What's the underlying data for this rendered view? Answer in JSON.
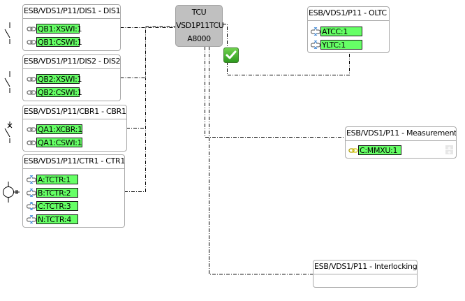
{
  "tcu": {
    "lines": [
      "TCU",
      "VSD1P11TCU",
      "A8000"
    ],
    "status_icon": "checkmark-icon"
  },
  "functions": [
    {
      "id": "dis1",
      "title": "ESB/VDS1/P11/DIS1 - DIS1",
      "symbol": "disconnector-icon",
      "nodes": [
        {
          "label": "QB1:XSWI:1",
          "icon": "link-icon"
        },
        {
          "label": "QB1:CSWI:1",
          "icon": "link-icon"
        }
      ]
    },
    {
      "id": "dis2",
      "title": "ESB/VDS1/P11/DIS2 - DIS2",
      "symbol": "disconnector-icon",
      "nodes": [
        {
          "label": "QB2:XSWI:1",
          "icon": "link-icon"
        },
        {
          "label": "QB2:CSWI:1",
          "icon": "link-icon"
        }
      ]
    },
    {
      "id": "cbr1",
      "title": "ESB/VDS1/P11/CBR1 - CBR1",
      "symbol": "circuit-breaker-icon",
      "nodes": [
        {
          "label": "QA1:XCBR:1",
          "icon": "link-icon"
        },
        {
          "label": "QA1:CSWI:1",
          "icon": "link-icon"
        }
      ]
    },
    {
      "id": "ctr1",
      "title": "ESB/VDS1/P11/CTR1 - CTR1",
      "symbol": "current-transformer-icon",
      "nodes": [
        {
          "label": "A:TCTR:1",
          "icon": "broken-link-icon"
        },
        {
          "label": "B:TCTR:2",
          "icon": "broken-link-icon"
        },
        {
          "label": "C:TCTR:3",
          "icon": "broken-link-icon"
        },
        {
          "label": "N:TCTR:4",
          "icon": "broken-link-icon"
        }
      ]
    },
    {
      "id": "oltc",
      "title": "ESB/VDS1/P11 - OLTC",
      "nodes": [
        {
          "label": "ATCC:1",
          "icon": "broken-link-icon"
        },
        {
          "label": "YLTC:1",
          "icon": "broken-link-icon"
        }
      ]
    },
    {
      "id": "measurement",
      "title": "ESB/VDS1/P11 - Measurement",
      "nodes": [
        {
          "label": "C:MMXU:1",
          "icon": "link-yellow-icon"
        }
      ]
    },
    {
      "id": "interlocking",
      "title": "ESB/VDS1/P11 - Interlocking",
      "nodes": []
    }
  ],
  "colors": {
    "node_fill": "#66ff66",
    "tcu_fill": "#c0c0c0",
    "wire": "#000000",
    "box_border": "#a9a9a9"
  }
}
